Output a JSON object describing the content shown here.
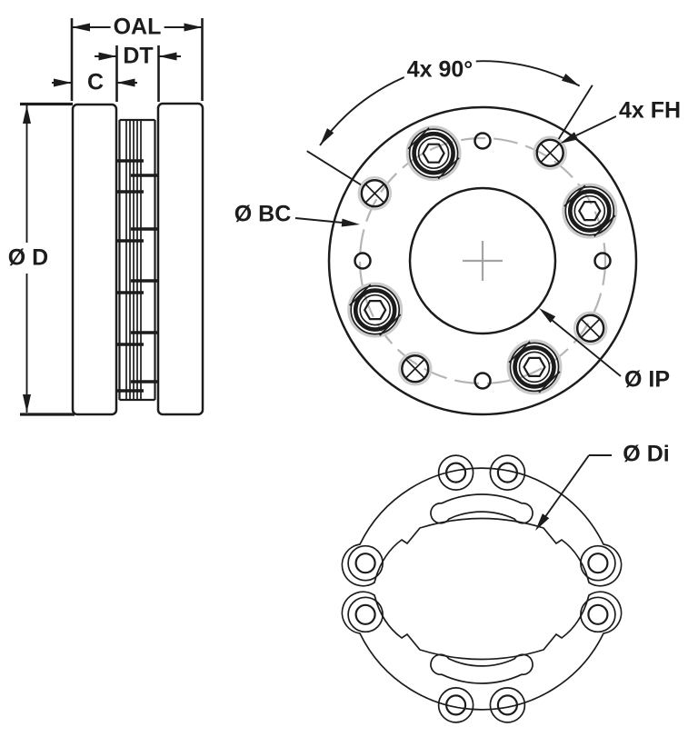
{
  "title": "Disc coupling dimensional drawing",
  "colors": {
    "background": "#ffffff",
    "line": "#1c1c1c",
    "dash": "#b5b5b5",
    "halo": "#cbcbcb",
    "center_mark": "#a3a3a3"
  },
  "views": {
    "side": {
      "labels": {
        "oal": "OAL",
        "dt": "DT",
        "c": "C",
        "d": "Ø D"
      }
    },
    "front": {
      "labels": {
        "spacing": "4x 90°",
        "fh": "4x FH",
        "bc": "Ø BC",
        "ip": "Ø IP"
      }
    },
    "disc": {
      "labels": {
        "di": "Ø Di"
      }
    }
  }
}
